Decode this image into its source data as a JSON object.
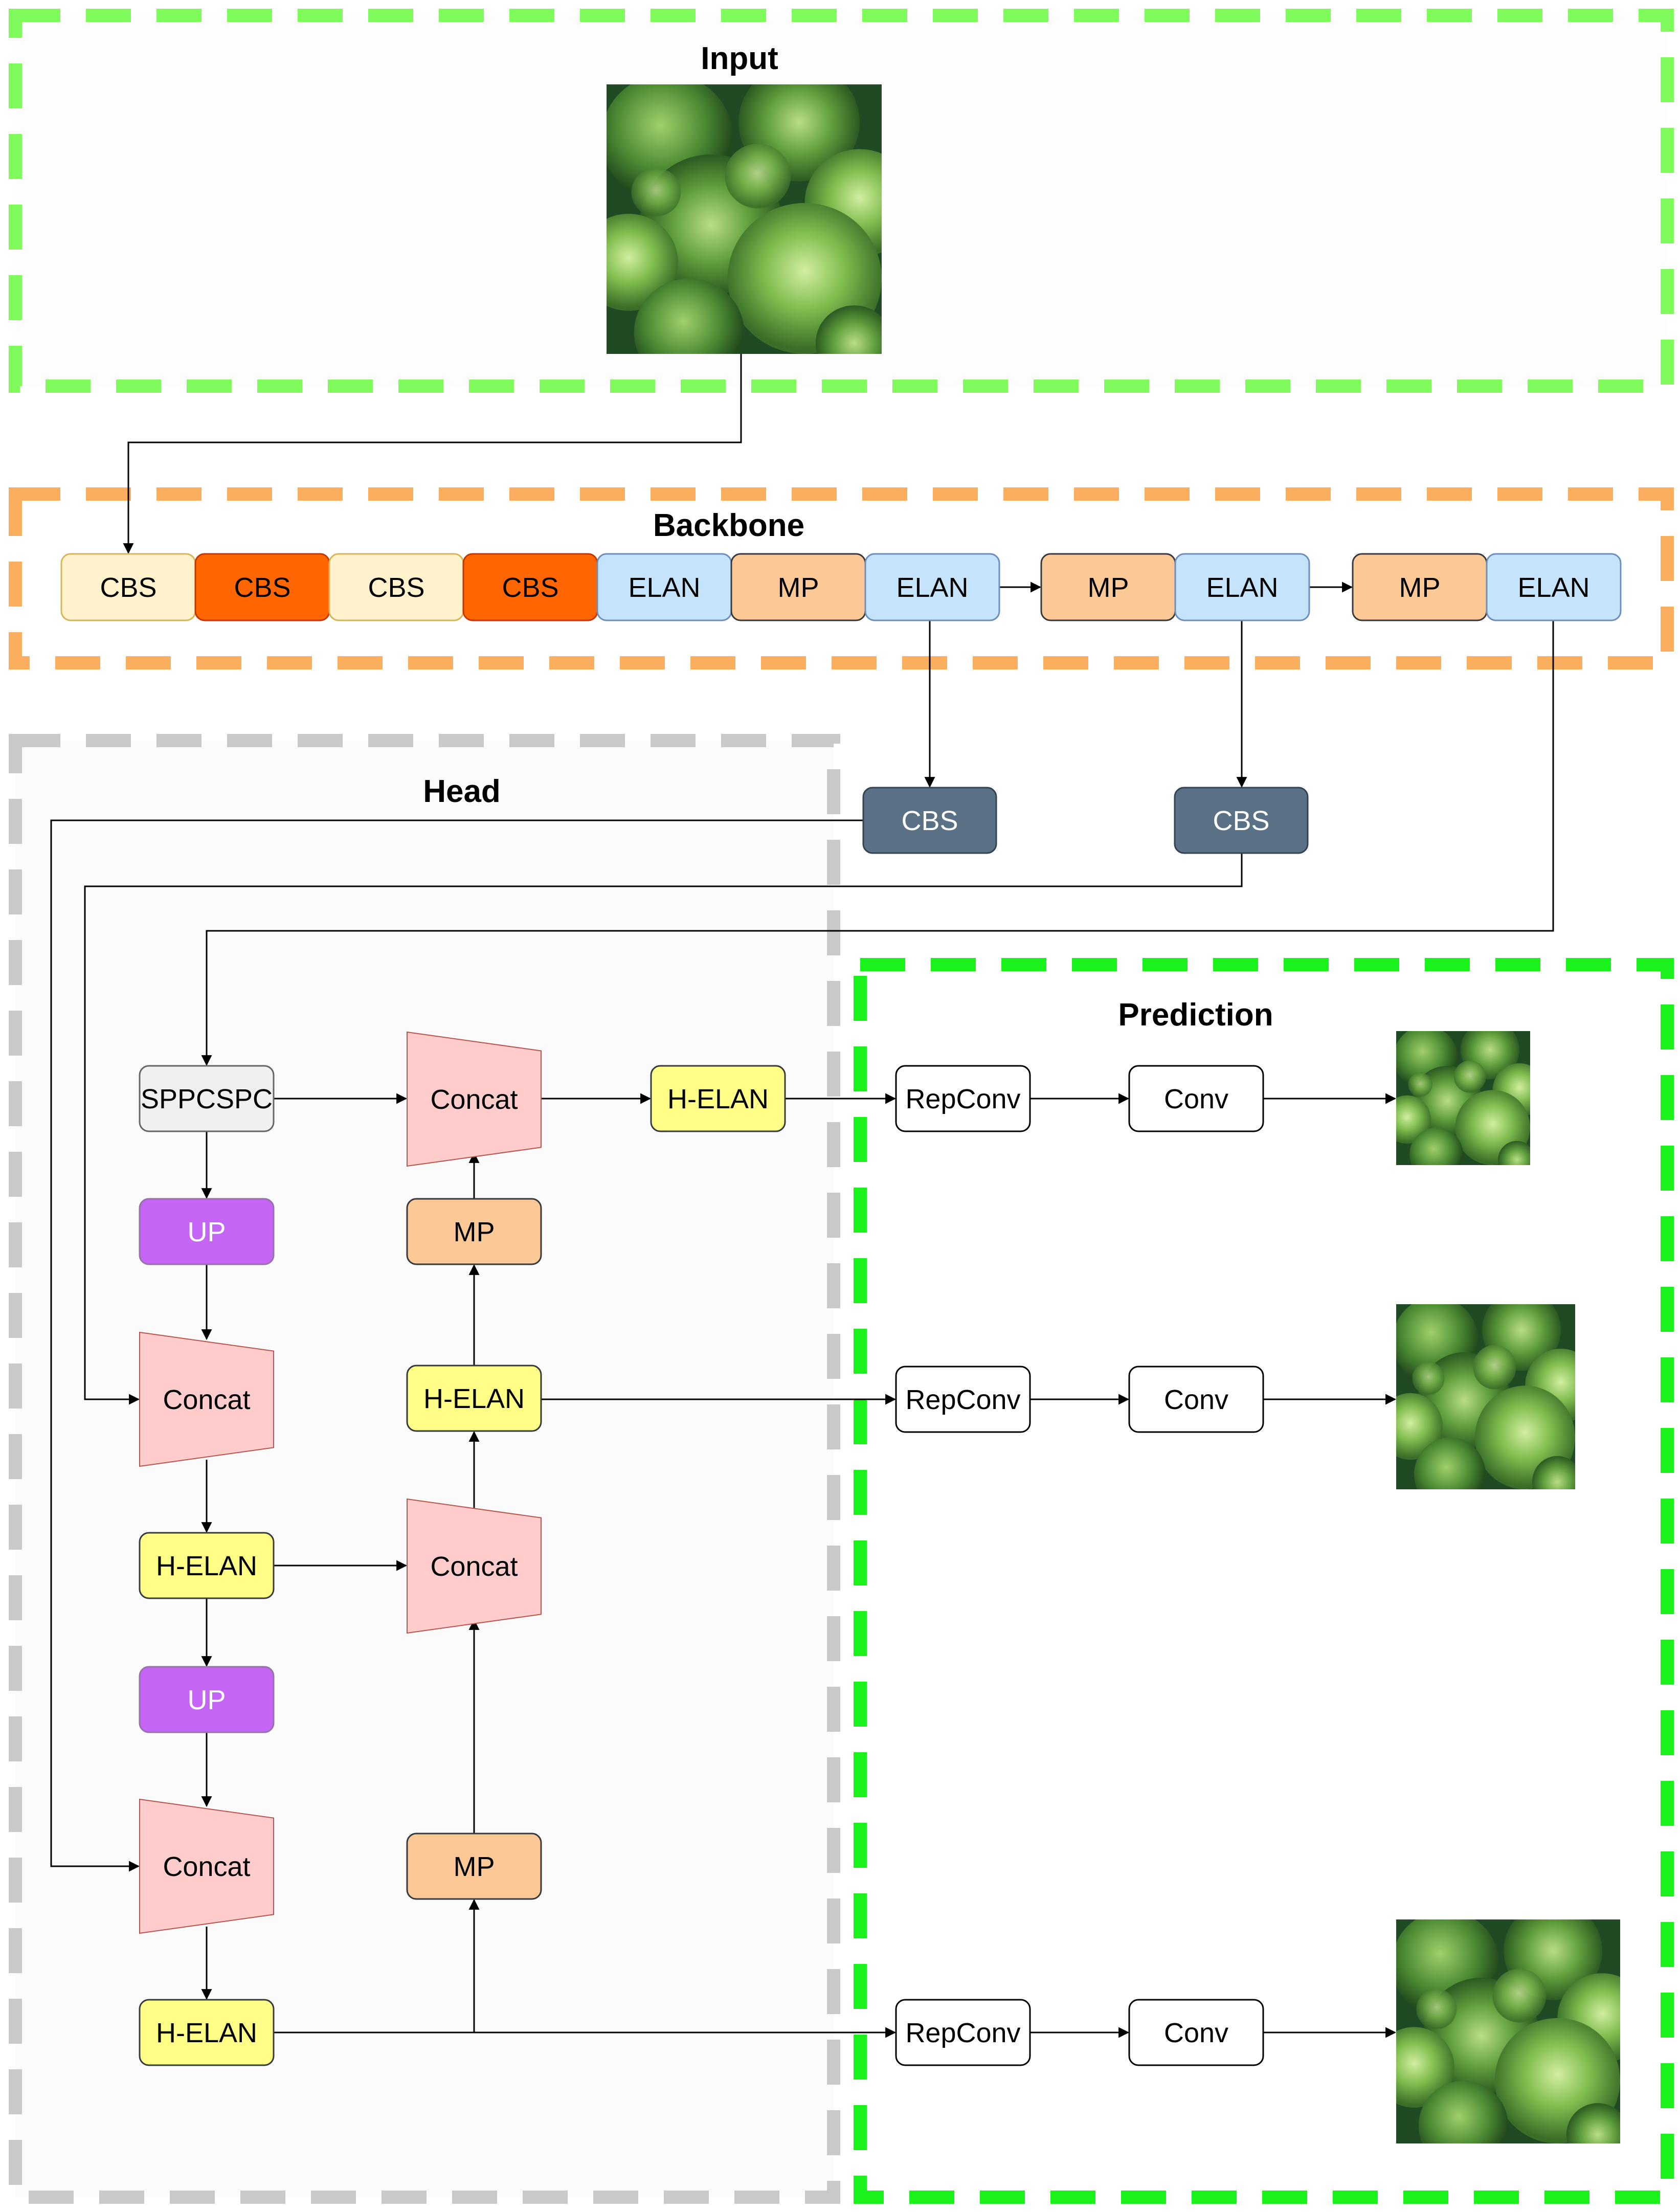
{
  "sections": {
    "input": {
      "title": "Input",
      "color": "#7FFC5C"
    },
    "backbone": {
      "title": "Backbone",
      "color": "#FAAE5E"
    },
    "head": {
      "title": "Head",
      "color": "#C9C9C9"
    },
    "prediction": {
      "title": "Prediction",
      "color": "#1BF21B"
    }
  },
  "backbone": {
    "blocks": [
      {
        "label": "CBS",
        "fill": "#FFF2CC",
        "stroke": "#D6B656",
        "text_color": "#000000"
      },
      {
        "label": "CBS",
        "fill": "#FF6600",
        "stroke": "#C73500",
        "text_color": "#000000"
      },
      {
        "label": "CBS",
        "fill": "#FFF2CC",
        "stroke": "#D6B656",
        "text_color": "#000000"
      },
      {
        "label": "CBS",
        "fill": "#FF6600",
        "stroke": "#C73500",
        "text_color": "#000000"
      },
      {
        "label": "ELAN",
        "fill": "#C5E4FB",
        "stroke": "#6C8EBF",
        "text_color": "#000000"
      },
      {
        "label": "MP",
        "fill": "#FCC896",
        "stroke": "#36393D",
        "text_color": "#000000"
      },
      {
        "label": "ELAN",
        "fill": "#C5E4FB",
        "stroke": "#6C8EBF",
        "text_color": "#000000"
      },
      {
        "label": "MP",
        "fill": "#FCC896",
        "stroke": "#36393D",
        "text_color": "#000000"
      },
      {
        "label": "ELAN",
        "fill": "#C5E4FB",
        "stroke": "#6C8EBF",
        "text_color": "#000000"
      },
      {
        "label": "MP",
        "fill": "#FCC896",
        "stroke": "#36393D",
        "text_color": "#000000"
      },
      {
        "label": "ELAN",
        "fill": "#C5E4FB",
        "stroke": "#6C8EBF",
        "text_color": "#000000"
      }
    ],
    "side_cbs": [
      {
        "label": "CBS",
        "fill": "#5A7186",
        "text_color": "#FFFFFF"
      },
      {
        "label": "CBS",
        "fill": "#5A7186",
        "text_color": "#FFFFFF"
      }
    ]
  },
  "head": {
    "sppcspc": {
      "label": "SPPCSPC",
      "fill": "#F0F0F0"
    },
    "up_1": {
      "label": "UP",
      "fill": "#C565F5",
      "text_color": "#FFFFFF"
    },
    "up_2": {
      "label": "UP",
      "fill": "#C565F5",
      "text_color": "#FFFFFF"
    },
    "concat_left_1": {
      "label": "Concat",
      "fill": "#FFCCCC"
    },
    "concat_left_2": {
      "label": "Concat",
      "fill": "#FFCCCC"
    },
    "concat_mid_1": {
      "label": "Concat",
      "fill": "#FFCCCC"
    },
    "concat_mid_2": {
      "label": "Concat",
      "fill": "#FFCCCC"
    },
    "h_elan_left_1": {
      "label": "H-ELAN",
      "fill": "#FFFF88"
    },
    "h_elan_left_2": {
      "label": "H-ELAN",
      "fill": "#FFFF88"
    },
    "h_elan_mid": {
      "label": "H-ELAN",
      "fill": "#FFFF88"
    },
    "h_elan_top": {
      "label": "H-ELAN",
      "fill": "#FFFF88"
    },
    "mp_top": {
      "label": "MP",
      "fill": "#FCC896"
    },
    "mp_bottom": {
      "label": "MP",
      "fill": "#FCC896"
    }
  },
  "prediction": {
    "rows": [
      {
        "repconv": "RepConv",
        "conv": "Conv",
        "image": "tree-canopy-image"
      },
      {
        "repconv": "RepConv",
        "conv": "Conv",
        "image": "tree-canopy-image"
      },
      {
        "repconv": "RepConv",
        "conv": "Conv",
        "image": "tree-canopy-image"
      }
    ]
  },
  "input_image": "tree-canopy-image"
}
